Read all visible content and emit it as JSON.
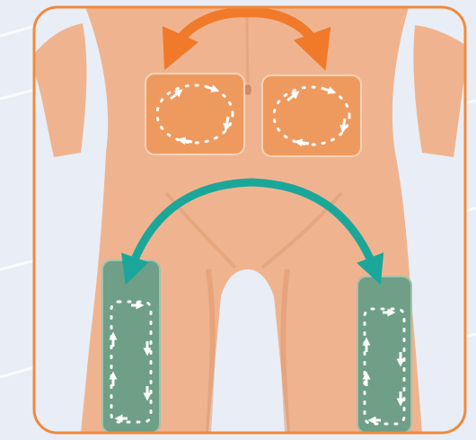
{
  "colors": {
    "background": "#e9edf6",
    "frame_border": "#f08a3c",
    "skin": "#efb48f",
    "skin_shadow": "#d9906a",
    "abdomen_zone": "#ee9a5f",
    "abdomen_zone_border": "#f6d2b8",
    "abdomen_arrow": "#f07a2a",
    "thigh_zone": "#6f9f86",
    "thigh_zone_border": "#9fc2ae",
    "thigh_arrow": "#1aa79a",
    "rotation_dots": "#ffffff"
  },
  "zones": [
    {
      "name": "upper-left-abdomen-zone",
      "region": "abdomen"
    },
    {
      "name": "upper-right-abdomen-zone",
      "region": "abdomen"
    },
    {
      "name": "left-thigh-zone",
      "region": "thigh"
    },
    {
      "name": "right-thigh-zone",
      "region": "thigh"
    }
  ],
  "icons": {
    "abdomen_rotation": "double-headed-curved-arrow-icon",
    "thigh_rotation": "double-headed-curved-arrow-icon",
    "site_rotation_pattern": "dotted-circular-arrows-icon"
  }
}
